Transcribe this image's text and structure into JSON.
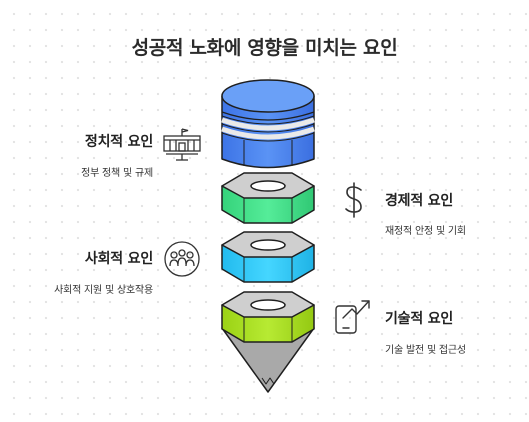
{
  "title": "성공적 노화에 영향을 미치는 요인",
  "factors": [
    {
      "title": "정치적 요인",
      "desc": "정부 정책 및 규제",
      "side": "left",
      "icon": "government-building-icon",
      "color": "#4b86ee"
    },
    {
      "title": "경제적 요인",
      "desc": "재정적 안정 및 기회",
      "side": "right",
      "icon": "dollar-sign-icon",
      "color": "#3fdd86"
    },
    {
      "title": "사회적 요인",
      "desc": "사회적 지원 및 상호작용",
      "side": "left",
      "icon": "people-group-icon",
      "color": "#2cc8f5"
    },
    {
      "title": "기술적 요인",
      "desc": "기술 발전 및 접근성",
      "side": "right",
      "icon": "trend-device-icon",
      "color": "#a6dc1c"
    }
  ]
}
